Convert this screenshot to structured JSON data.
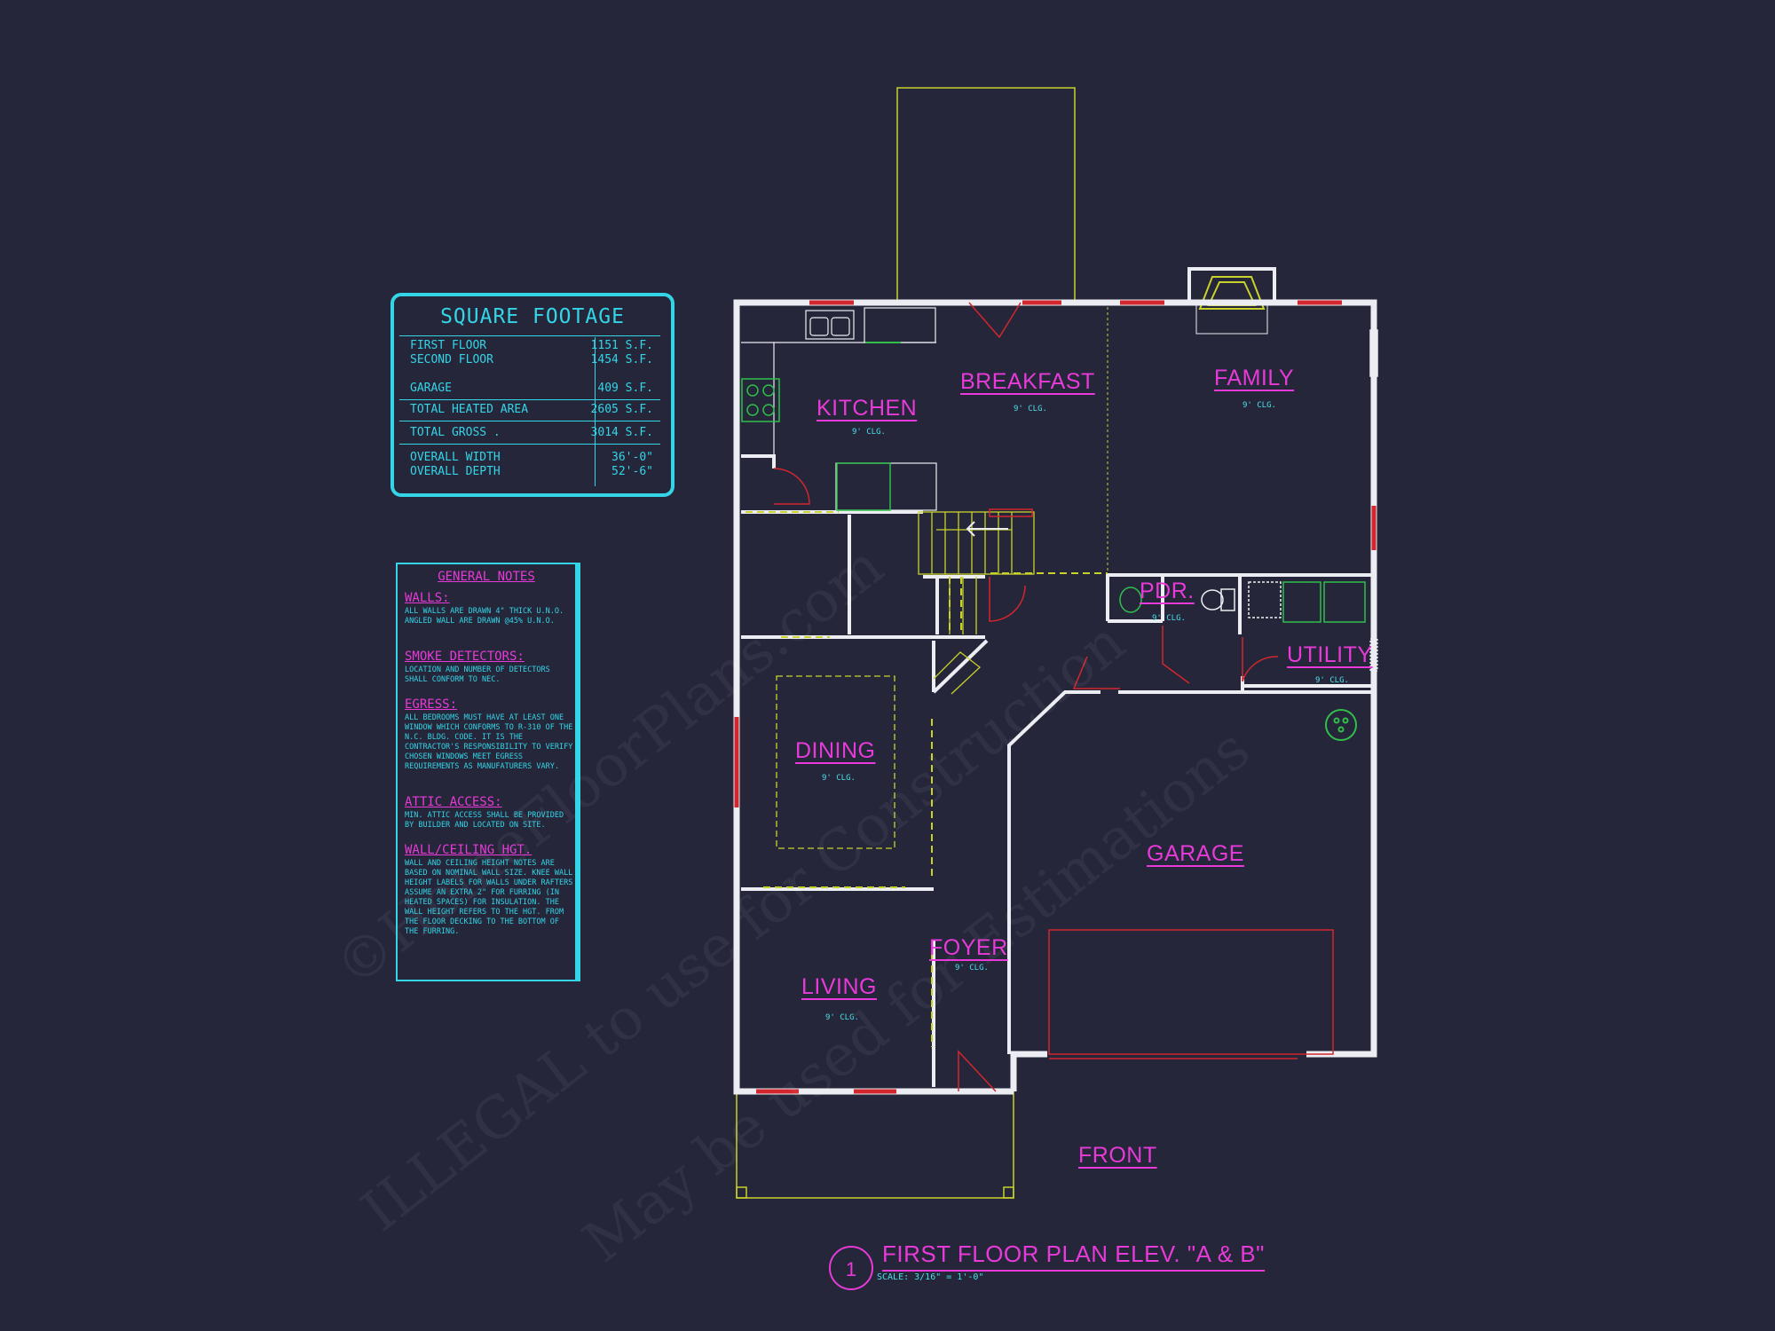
{
  "square_footage": {
    "title": "SQUARE FOOTAGE",
    "rows": [
      {
        "label": "FIRST FLOOR",
        "value": "1151 S.F."
      },
      {
        "label": "SECOND FLOOR",
        "value": "1454 S.F."
      },
      {
        "label": "GARAGE",
        "value": "409 S.F."
      },
      {
        "label": "TOTAL HEATED AREA",
        "value": "2605 S.F."
      },
      {
        "label": "TOTAL GROSS .",
        "value": "3014 S.F."
      },
      {
        "label": "OVERALL WIDTH",
        "value": "36'-0\""
      },
      {
        "label": "OVERALL DEPTH",
        "value": "52'-6\""
      }
    ]
  },
  "general_notes": {
    "title": "GENERAL NOTES",
    "sections": [
      {
        "heading": "WALLS:",
        "text": "ALL WALLS ARE DRAWN 4\" THICK U.N.O. ANGLED WALL ARE DRAWN @45% U.N.O."
      },
      {
        "heading": "SMOKE DETECTORS:",
        "text": "LOCATION AND NUMBER OF DETECTORS SHALL CONFORM TO NEC."
      },
      {
        "heading": "EGRESS:",
        "text": "ALL BEDROOMS MUST HAVE AT LEAST ONE WINDOW WHICH CONFORMS TO R-310 OF THE N.C. BLDG. CODE. IT IS THE CONTRACTOR'S RESPONSIBILITY TO VERIFY CHOSEN WINDOWS MEET EGRESS REQUIREMENTS AS MANUFATURERS VARY."
      },
      {
        "heading": "ATTIC ACCESS:",
        "text": "MIN. ATTIC ACCESS SHALL BE PROVIDED BY BUILDER AND LOCATED ON SITE."
      },
      {
        "heading": "WALL/CEILING HGT.",
        "text": "WALL AND CEILING HEIGHT NOTES ARE BASED ON NOMINAL WALL SIZE. KNEE WALL HEIGHT LABELS FOR WALLS UNDER RAFTERS ASSUME AN EXTRA 2\" FOR FURRING (IN HEATED SPACES) FOR INSULATION. THE WALL HEIGHT REFERS TO THE HGT. FROM THE FLOOR DECKING TO THE BOTTOM OF THE FURRING."
      }
    ]
  },
  "rooms": {
    "kitchen": {
      "name": "KITCHEN",
      "ceiling": "9' CLG."
    },
    "breakfast": {
      "name": "BREAKFAST",
      "ceiling": "9' CLG."
    },
    "family": {
      "name": "FAMILY",
      "ceiling": "9' CLG."
    },
    "pdr": {
      "name": "PDR.",
      "ceiling": "9' CLG."
    },
    "utility": {
      "name": "UTILITY",
      "ceiling": "9' CLG."
    },
    "dining": {
      "name": "DINING",
      "ceiling": "9' CLG."
    },
    "garage": {
      "name": "GARAGE"
    },
    "foyer": {
      "name": "FOYER",
      "ceiling": "9' CLG."
    },
    "living": {
      "name": "LIVING",
      "ceiling": "9' CLG."
    },
    "front": {
      "name": "FRONT"
    }
  },
  "title_block": {
    "number": "1",
    "title": "FIRST FLOOR PLAN ELEV. \"A & B\"",
    "scale": "SCALE: 3/16\" = 1'-0\""
  },
  "watermark": {
    "line1": "©HomeFloorPlans.com",
    "line2": "ILLEGAL to use for Construction",
    "line3": "May be used for Estimations"
  },
  "colors": {
    "background": "#25263a",
    "walls": "#ecedf2",
    "labels": "#e83ad8",
    "notes_cyan": "#33d5e6",
    "windows": "#d3262e",
    "outline_yellow": "#c9d22b",
    "fixtures_green": "#2fbf4a"
  }
}
